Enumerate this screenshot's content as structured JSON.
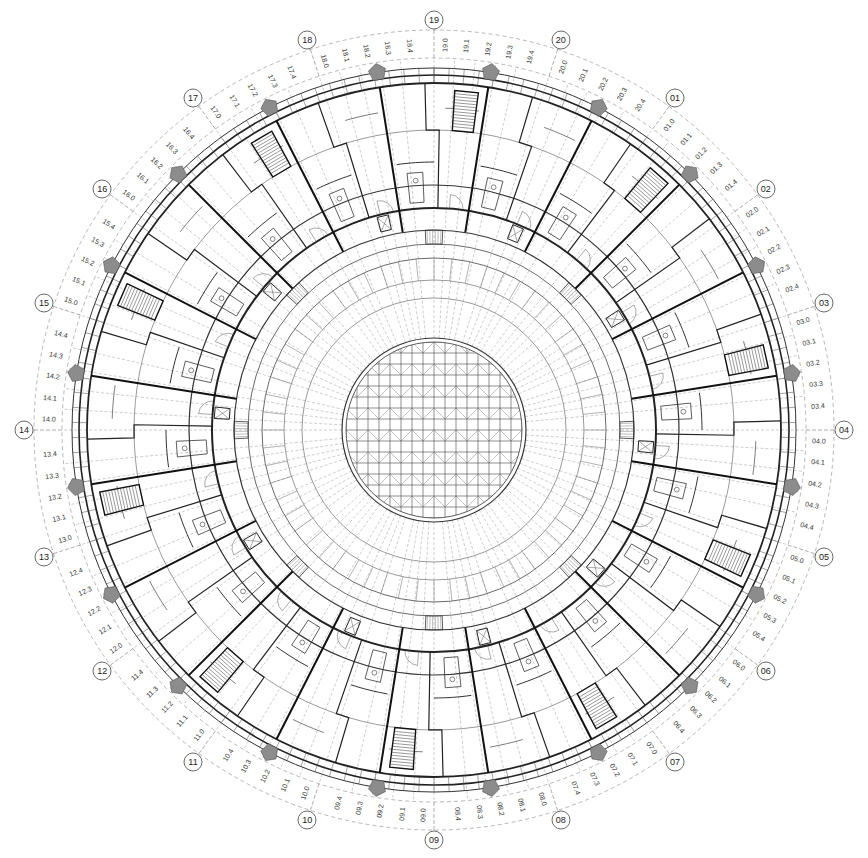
{
  "diagram": {
    "nodes": [
      {
        "text": [
          "01"
        ]
      },
      {
        "text": [
          "02"
        ]
      },
      {
        "text": [
          "03"
        ]
      },
      {
        "text": [
          "04"
        ]
      },
      {
        "text": [
          "05"
        ]
      },
      {
        "text": [
          "06"
        ]
      },
      {
        "text": [
          "07"
        ]
      },
      {
        "text": [
          "08"
        ]
      },
      {
        "text": [
          "09"
        ]
      },
      {
        "text": [
          "10"
        ]
      },
      {
        "text": [
          "11"
        ]
      },
      {
        "text": [
          "12"
        ]
      },
      {
        "text": [
          "13"
        ]
      },
      {
        "text": [
          "14"
        ]
      },
      {
        "text": [
          "15"
        ]
      },
      {
        "text": [
          "16"
        ]
      },
      {
        "text": [
          "17"
        ]
      },
      {
        "text": [
          "18"
        ]
      },
      {
        "text": [
          "19"
        ]
      },
      {
        "text": [
          "20"
        ]
      }
    ],
    "labels": [
      "01.0",
      "01.1",
      "01.2",
      "01.3",
      "01.4",
      "02.0",
      "02.1",
      "02.2",
      "02.3",
      "02.4",
      "03.0",
      "03.1",
      "03.2",
      "03.3",
      "03.4",
      "04.0",
      "04.1",
      "04.2",
      "04.3",
      "04.4",
      "05.0",
      "05.1",
      "05.2",
      "05.3",
      "05.4",
      "06.0",
      "06.1",
      "06.2",
      "06.3",
      "06.4",
      "07.0",
      "07.1",
      "07.2",
      "07.3",
      "07.4",
      "08.0",
      "08.1",
      "08.2",
      "08.3",
      "08.4",
      "09.0",
      "09.1",
      "09.2",
      "09.3",
      "09.4",
      "10.0",
      "10.1",
      "10.2",
      "10.3",
      "10.4",
      "11.0",
      "11.1",
      "11.2",
      "11.3",
      "11.4",
      "12.0",
      "12.1",
      "12.2",
      "12.3",
      "12.4",
      "13.0",
      "13.1",
      "13.2",
      "13.3",
      "13.4",
      "14.0",
      "14.1",
      "14.2",
      "14.3",
      "14.4",
      "15.0",
      "15.1",
      "15.2",
      "15.3",
      "15.4",
      "16.0",
      "16.1",
      "16.2",
      "16.3",
      "16.4",
      "17.0",
      "17.1",
      "17.2",
      "17.3",
      "17.4",
      "18.0",
      "18.1",
      "18.2",
      "18.3",
      "18.4",
      "19.0",
      "19.1",
      "19.2",
      "19.3",
      "19.4",
      "20.0",
      "20.1",
      "20.2",
      "20.3",
      "20.4"
    ]
  }
}
